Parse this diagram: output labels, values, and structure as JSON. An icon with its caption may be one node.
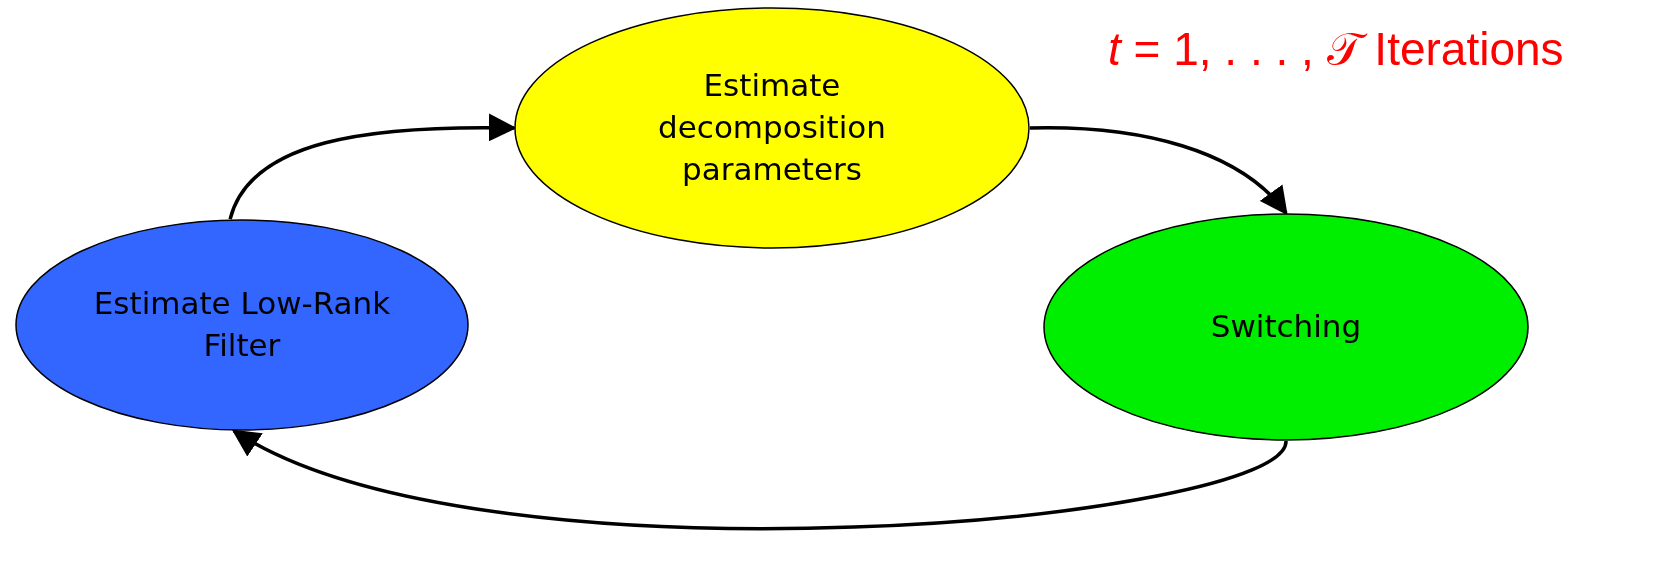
{
  "diagram": {
    "nodes": [
      {
        "text": [
          "Estimate decomposition parameters"
        ]
      },
      {
        "text": [
          "Switching"
        ]
      },
      {
        "text": [
          "Estimate Low-Rank Filter"
        ]
      }
    ],
    "edges": [
      {
        "from": 2,
        "to": 0,
        "arrow": "to"
      },
      {
        "from": 0,
        "to": 1,
        "arrow": "to"
      },
      {
        "from": 1,
        "to": 2,
        "arrow": "to"
      }
    ],
    "labels": [
      "*t* = 1, . . . , 𝒯 Iterations"
    ]
  }
}
